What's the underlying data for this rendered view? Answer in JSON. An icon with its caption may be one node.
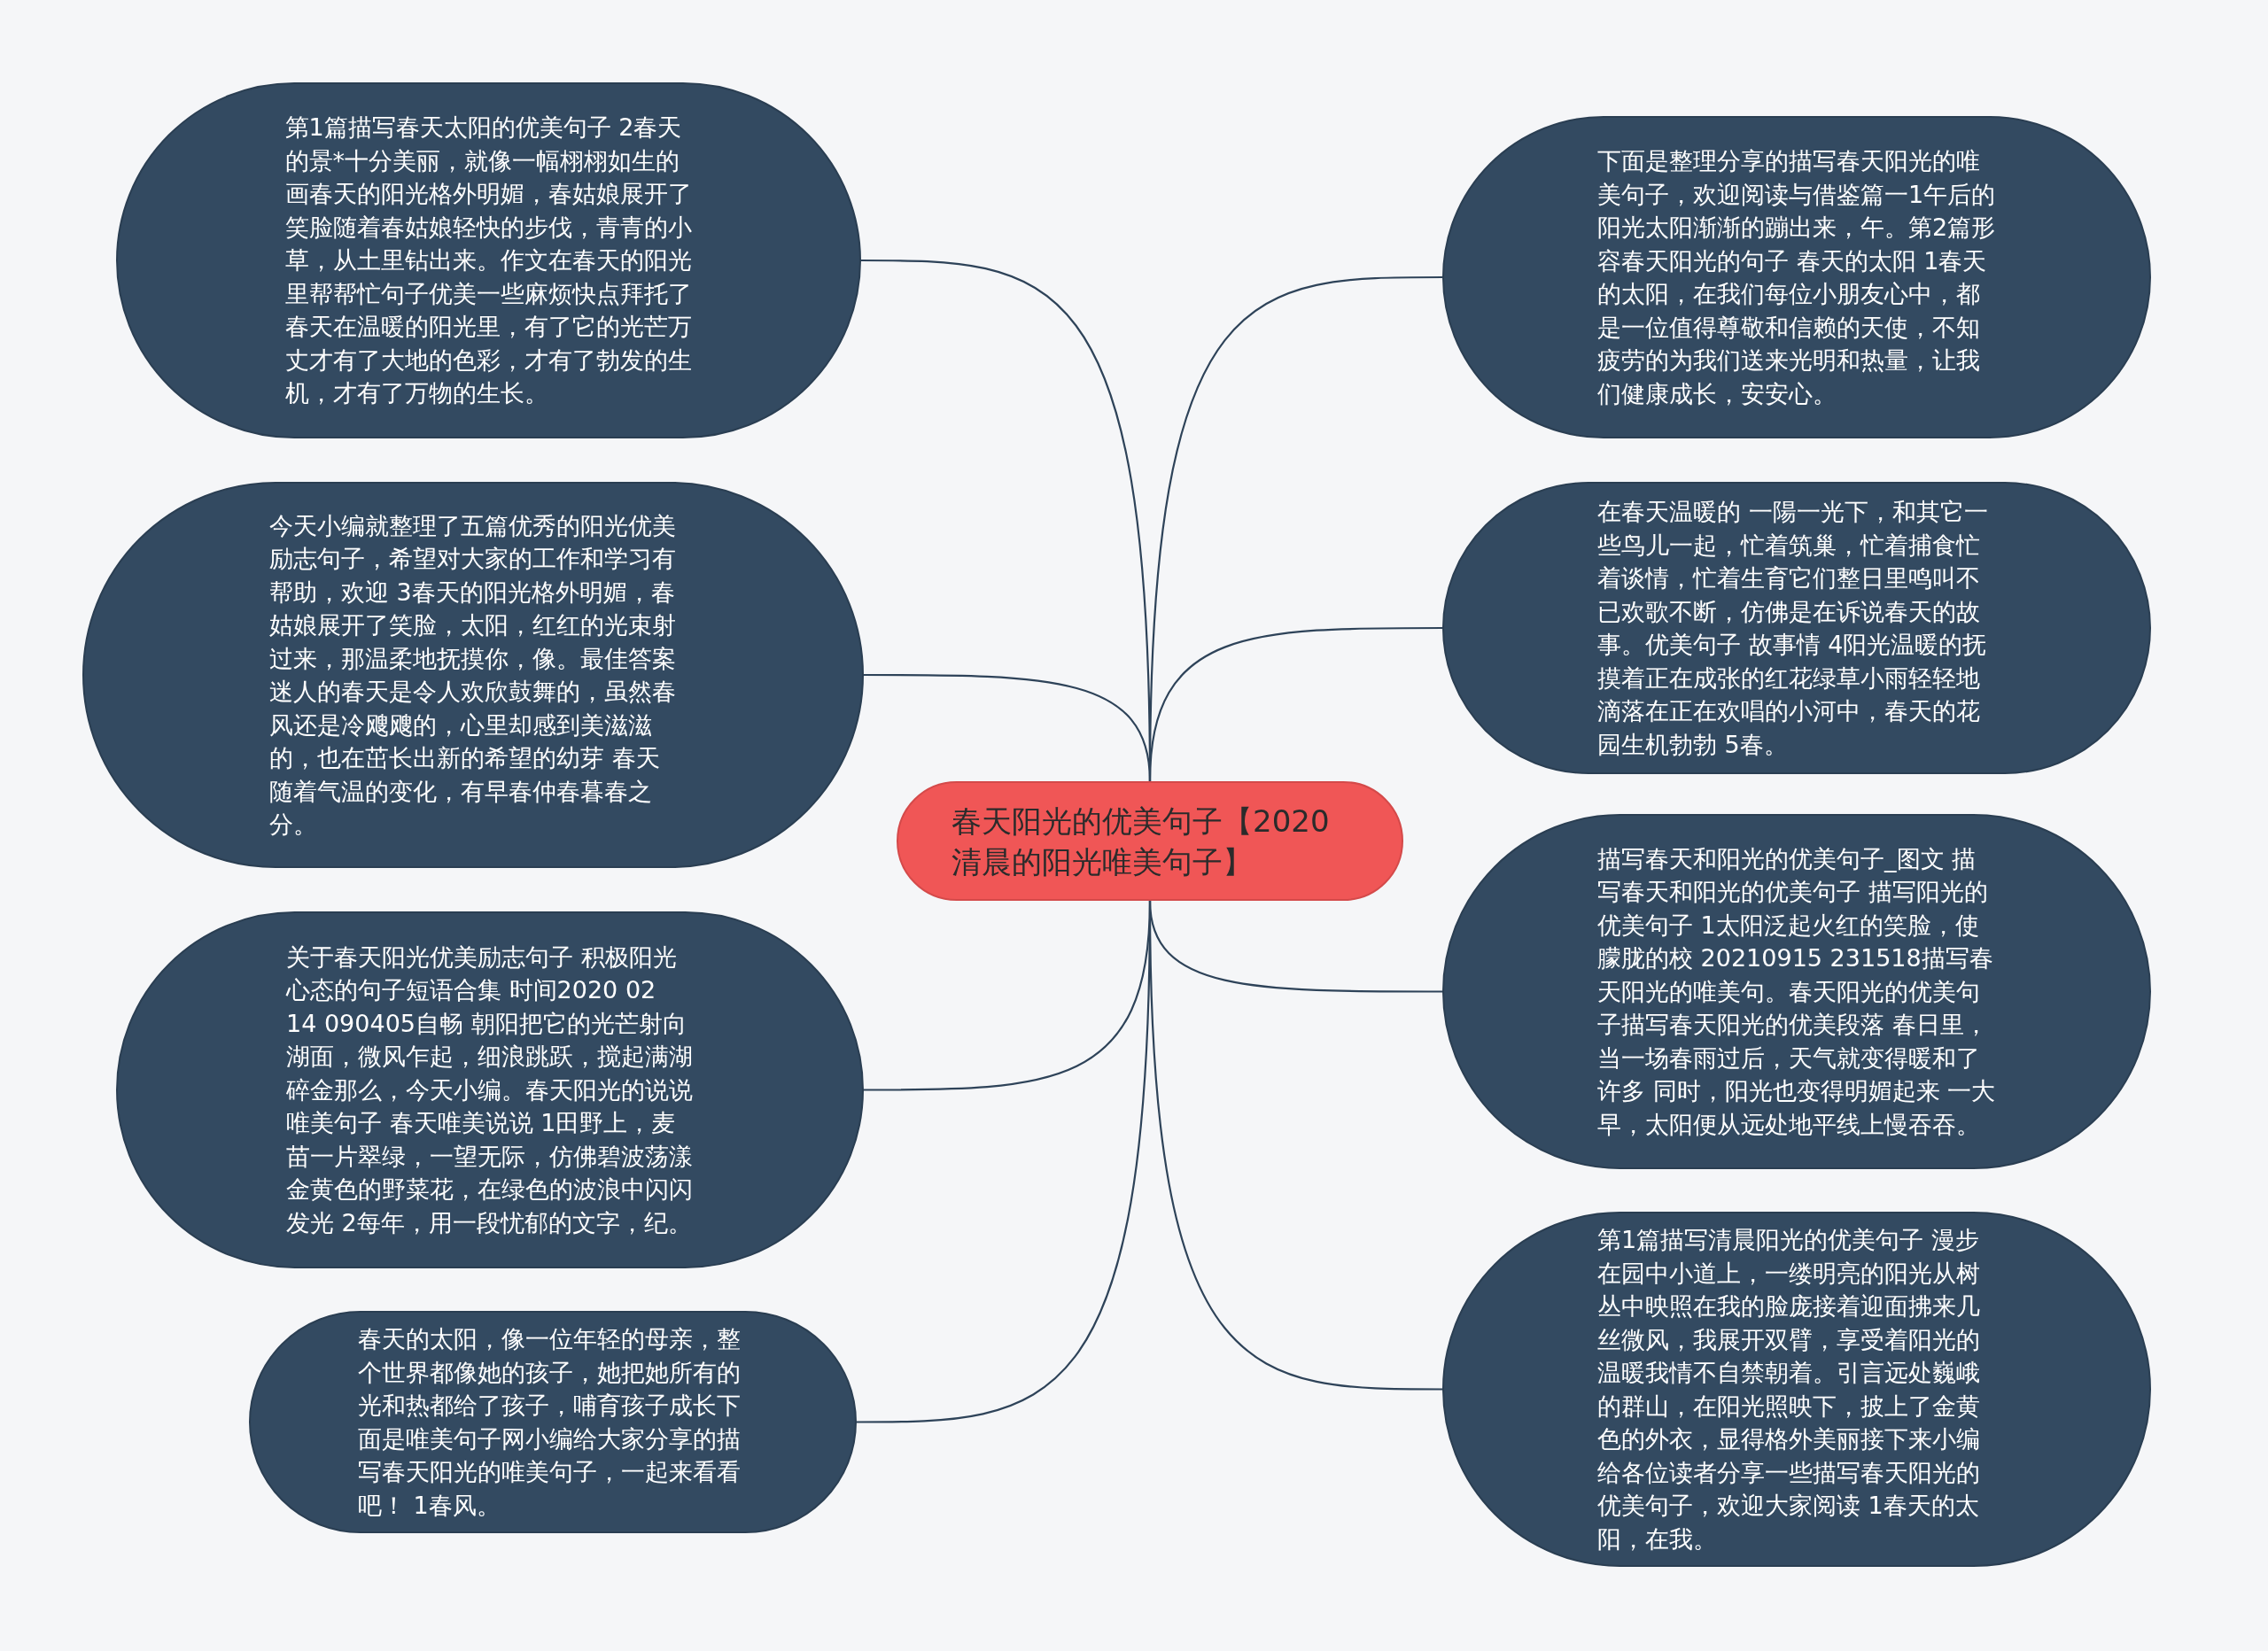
{
  "diagram": {
    "nodes": [
      {
        "text": [
          "春天阳光的优美句子【2020清晨的阳光唯美句子】"
        ]
      },
      {
        "text": [
          "第1篇描写春天太阳的优美句子 2春天的景*十分美丽，就像一幅栩栩如生的画春天的阳光格外明媚，春姑娘展开了笑脸随着春姑娘轻快的步伐，青青的小草，从土里钻出来。作文在春天的阳光里帮帮忙句子优美一些麻烦快点拜托了春天在温暖的阳光里，有了它的光芒万丈才有了大地的色彩，才有了勃发的生机，才有了万物的生长。"
        ]
      },
      {
        "text": [
          "今天小编就整理了五篇优秀的阳光优美励志句子，希望对大家的工作和学习有帮助，欢迎 3春天的阳光格外明媚，春姑娘展开了笑脸，太阳，红红的光束射过来，那温柔地抚摸你，像。最佳答案迷人的春天是令人欢欣鼓舞的，虽然春风还是冷飕飕的，心里却感到美滋滋的，也在茁长出新的希望的幼芽 春天随着气温的变化，有早春仲春暮春之分。"
        ]
      },
      {
        "text": [
          "关于春天阳光优美励志句子 积极阳光心态的句子短语合集 时间2020 02 14 090405自畅 朝阳把它的光芒射向湖面，微风乍起，细浪跳跃，搅起满湖碎金那么，今天小编。春天阳光的说说唯美句子 春天唯美说说 1田野上，麦苗一片翠绿，一望无际，仿佛碧波荡漾金黄色的野菜花，在绿色的波浪中闪闪发光 2每年，用一段忧郁的文字，纪。"
        ]
      },
      {
        "text": [
          "春天的太阳，像一位年轻的母亲，整个世界都像她的孩子，她把她所有的光和热都给了孩子，哺育孩子成长下面是唯美句子网小编给大家分享的描写春天阳光的唯美句子，一起来看看吧！ 1春风。"
        ]
      },
      {
        "text": [
          "下面是整理分享的描写春天阳光的唯美句子，欢迎阅读与借鉴篇一1午后的阳光太阳渐渐的蹦出来，午。第2篇形容春天阳光的句子 春天的太阳 1春天的太阳，在我们每位小朋友心中，都是一位值得尊敬和信赖的天使，不知疲劳的为我们送来光明和热量，让我们健康成长，安安心。"
        ]
      },
      {
        "text": [
          "在春天温暖的 一陽一光下，和其它一些鸟儿一起，忙着筑巢，忙着捕食忙着谈情，忙着生育它们整日里鸣叫不已欢歌不断，仿佛是在诉说春天的故事。优美句子 故事情 4阳光温暖的抚摸着正在成张的红花绿草小雨轻轻地滴落在正在欢唱的小河中，春天的花园生机勃勃 5春。"
        ]
      },
      {
        "text": [
          "描写春天和阳光的优美句子_图文 描写春天和阳光的优美句子 描写阳光的优美句子 1太阳泛起火红的笑脸，使朦胧的校 20210915 231518描写春天阳光的唯美句。春天阳光的优美句子描写春天阳光的优美段落 春日里，当一场春雨过后，天气就变得暖和了许多 同时，阳光也变得明媚起来 一大早，太阳便从远处地平线上慢吞吞。"
        ]
      },
      {
        "text": [
          "第1篇描写清晨阳光的优美句子 漫步在园中小道上，一缕明亮的阳光从树丛中映照在我的脸庞接着迎面拂来几丝微风，我展开双臂，享受着阳光的温暖我情不自禁朝着。引言远处巍峨的群山，在阳光照映下，披上了金黄色的外衣，显得格外美丽接下来小编给各位读者分享一些描写春天阳光的优美句子，欢迎大家阅读 1春天的太阳，在我。"
        ]
      }
    ],
    "edges": [
      {
        "from": 0,
        "to": 1,
        "arrow": "none"
      },
      {
        "from": 0,
        "to": 2,
        "arrow": "none"
      },
      {
        "from": 0,
        "to": 3,
        "arrow": "none"
      },
      {
        "from": 0,
        "to": 4,
        "arrow": "none"
      },
      {
        "from": 0,
        "to": 5,
        "arrow": "none"
      },
      {
        "from": 0,
        "to": 6,
        "arrow": "none"
      },
      {
        "from": 0,
        "to": 7,
        "arrow": "none"
      },
      {
        "from": 0,
        "to": 8,
        "arrow": "none"
      }
    ]
  }
}
